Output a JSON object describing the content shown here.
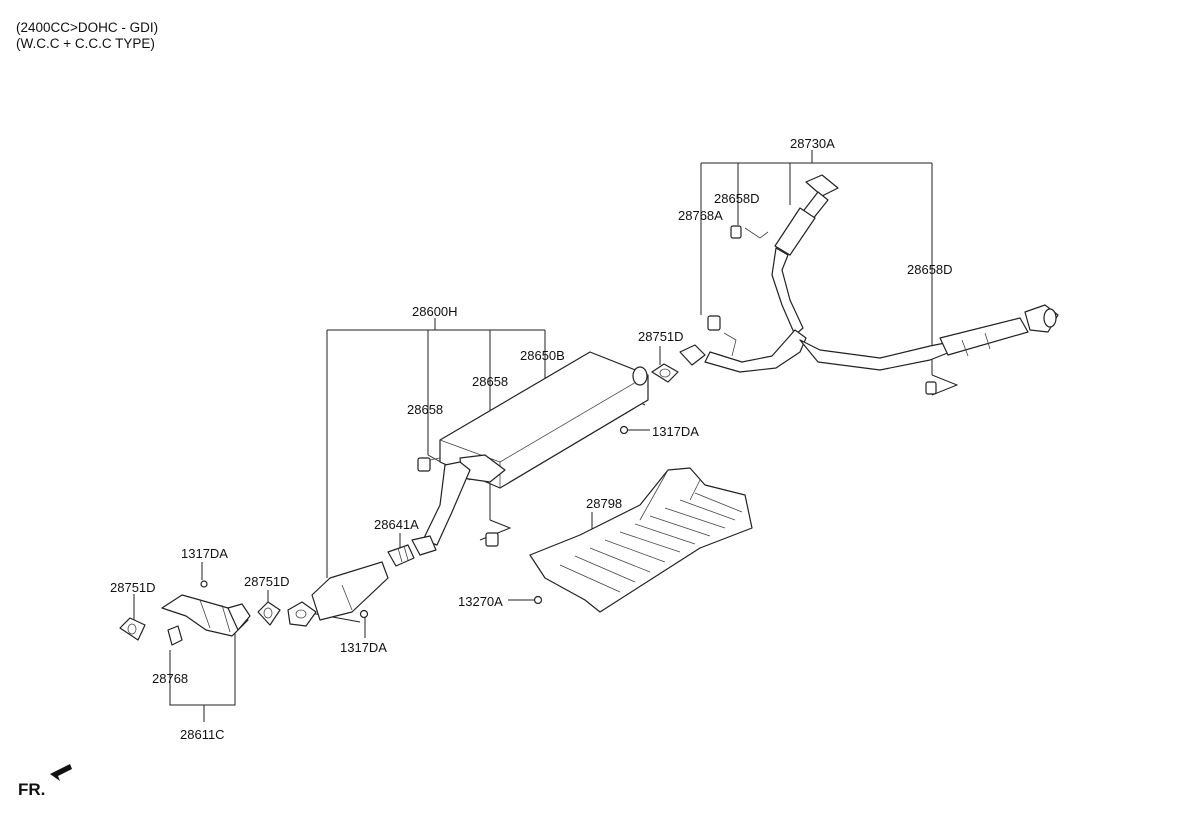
{
  "header": {
    "line1": "(2400CC>DOHC - GDI)",
    "line2": "(W.C.C + C.C.C TYPE)"
  },
  "labels": {
    "p28730A": "28730A",
    "p28658D_top": "28658D",
    "p28768A": "28768A",
    "p28658D_right": "28658D",
    "p28600H": "28600H",
    "p28751D_mid": "28751D",
    "p28650B": "28650B",
    "p28658_a": "28658",
    "p28658_b": "28658",
    "p1317DA_mid": "1317DA",
    "p28798": "28798",
    "p28641A": "28641A",
    "p1317DA_left": "1317DA",
    "p28751D_left": "28751D",
    "p28751D_cc": "28751D",
    "p13270A": "13270A",
    "p1317DA_bottom": "1317DA",
    "p28768": "28768",
    "p28611C": "28611C"
  },
  "footer": {
    "fr": "FR."
  }
}
